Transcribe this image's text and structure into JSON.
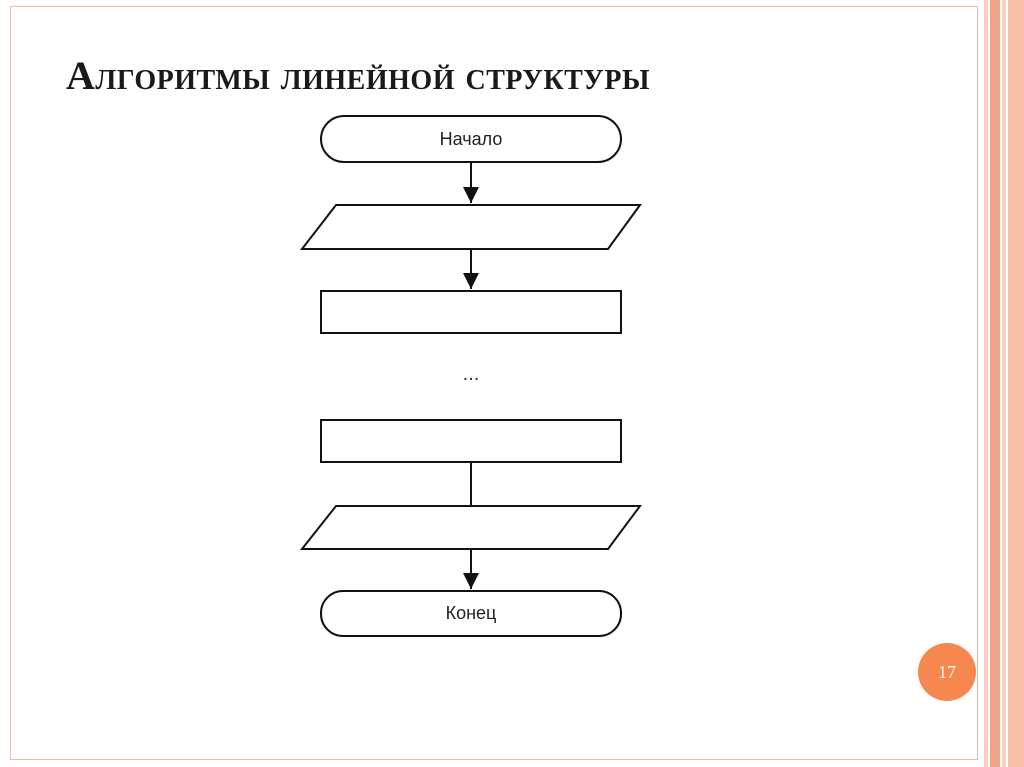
{
  "slide": {
    "title": "Алгоритмы линейной структуры",
    "page_number": "17"
  },
  "diagram": {
    "start_label": "Начало",
    "ellipsis": "...",
    "end_label": "Конец"
  },
  "colors": {
    "accent": "#f5874f",
    "frame": "#f0b8a4",
    "stripe_light": "#f9cfbd",
    "stripe_dark": "#f2a487",
    "stroke": "#111111"
  }
}
